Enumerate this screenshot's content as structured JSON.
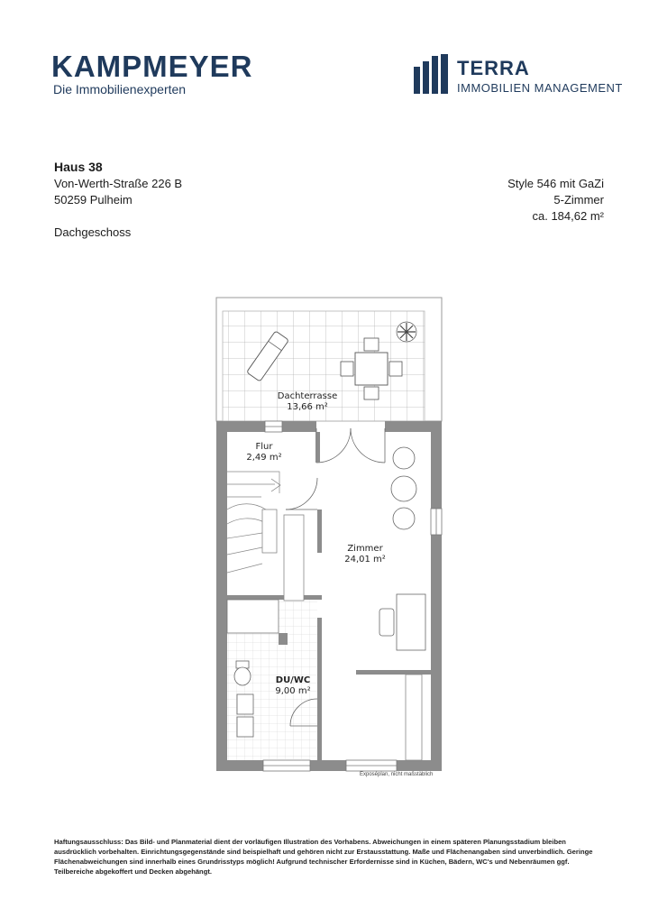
{
  "logos": {
    "kampmeyer_name": "KAMPMEYER",
    "kampmeyer_tagline": "Die Immobilienexperten",
    "terra_name": "TERRA",
    "terra_tagline": "IMMOBILIEN MANAGEMENT"
  },
  "property": {
    "house": "Haus 38",
    "street": "Von-Werth-Straße 226 B",
    "city": "50259 Pulheim",
    "floor": "Dachgeschoss",
    "style": "Style 546 mit GaZi",
    "rooms": "5-Zimmer",
    "area": "ca. 184,62 m²"
  },
  "plan": {
    "rooms": [
      {
        "name": "Dachterrasse",
        "area": "13,66 m²"
      },
      {
        "name": "Flur",
        "area": "2,49 m²"
      },
      {
        "name": "Zimmer",
        "area": "24,01 m²"
      },
      {
        "name": "DU/WC",
        "area": "9,00 m²"
      }
    ],
    "scale_note": "Exposéplan, nicht maßstäblich"
  },
  "colors": {
    "brand": "#1f3a5c",
    "wall": "#8c8c8c",
    "tile_line": "#b5b5b5"
  },
  "disclaimer": "Haftungsausschluss: Das Bild- und Planmaterial dient der vorläufigen Illustration des Vorhabens. Abweichungen in einem späteren Planungsstadium bleiben ausdrücklich vorbehalten. Einrichtungsgegenstände sind beispielhaft und gehören nicht zur Erstausstattung. Maße und Flächenangaben sind unverbindlich. Geringe Flächenabweichungen sind innerhalb eines Grundrisstyps möglich! Aufgrund technischer Erfordernisse sind in Küchen, Bädern, WC's und Nebenräumen ggf. Teilbereiche abgekoffert und Decken abgehängt."
}
